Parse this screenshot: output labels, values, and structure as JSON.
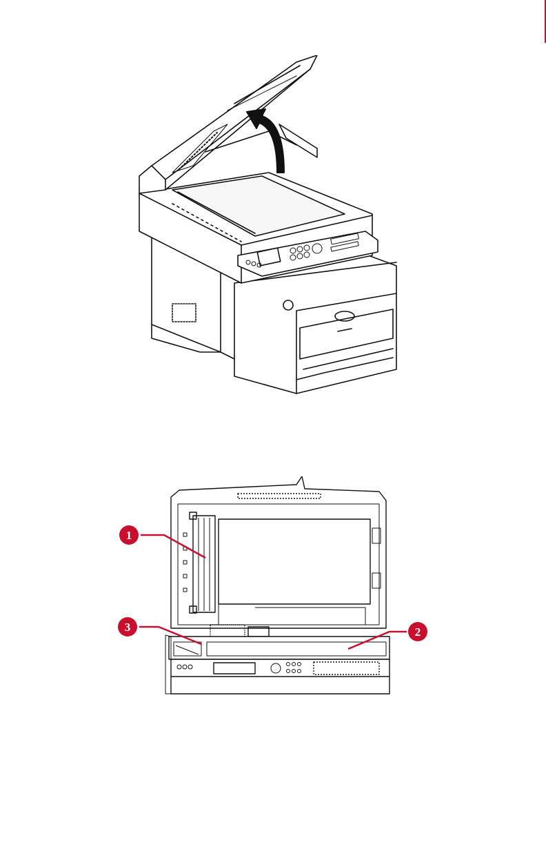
{
  "page": {
    "accent_color": "#c8102e"
  },
  "figure_top": {
    "subject": "printer-scanner-lid-open-arrow"
  },
  "figure_bottom": {
    "callouts": [
      {
        "number": "1"
      },
      {
        "number": "3"
      },
      {
        "number": "2"
      }
    ]
  }
}
